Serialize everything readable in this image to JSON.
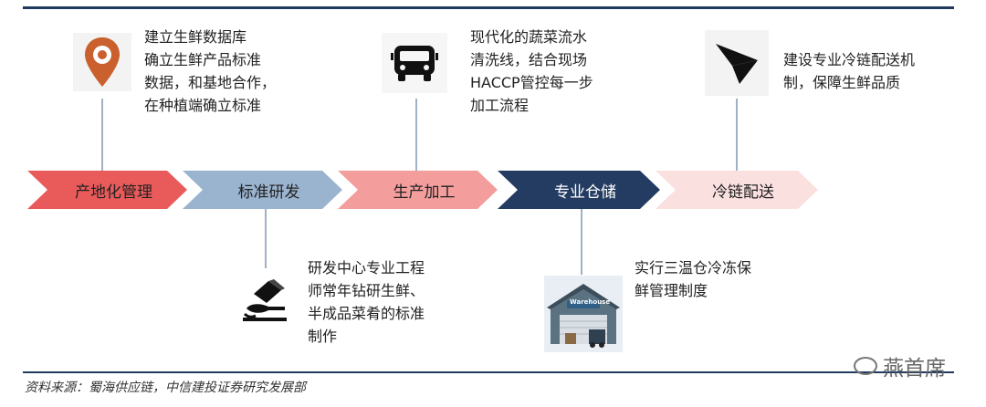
{
  "stages": [
    {
      "label": "产地化管理",
      "fill": "#e95a5a",
      "text_color": "#222222"
    },
    {
      "label": "标准研发",
      "fill": "#9ab3cf",
      "text_color": "#222222"
    },
    {
      "label": "生产加工",
      "fill": "#f39d9d",
      "text_color": "#222222"
    },
    {
      "label": "专业仓储",
      "fill": "#243c62",
      "text_color": "#ffffff"
    },
    {
      "label": "冷链配送",
      "fill": "#fbe0e0",
      "text_color": "#222222"
    }
  ],
  "notes": {
    "origin": "建立生鲜数据库\n确立生鲜产品标准\n数据，和基地合作，\n在种植端确立标准",
    "rnd": "研发中心专业工程\n师常年钻研生鲜、\n半成品菜肴的标准\n制作",
    "processing": "现代化的蔬菜流水\n清洗线，结合现场\nHACCP管控每一步\n加工流程",
    "storage": "实行三温仓冷冻保\n鲜管理制度",
    "delivery": "建设专业冷链配送机\n制，保障生鲜品质"
  },
  "icons": {
    "origin": "location-pin-icon",
    "rnd": "chef-hat-icon",
    "processing": "bus-icon",
    "storage": "warehouse-icon",
    "delivery": "paper-plane-icon"
  },
  "warehouse_sign": "Warehouse",
  "source": "资料来源：蜀海供应链，中信建投证券研究发展部",
  "watermark": "燕首席",
  "colors": {
    "rule": "#1f3a5f",
    "connector": "#9fb2c3",
    "pin": "#c9602e"
  }
}
